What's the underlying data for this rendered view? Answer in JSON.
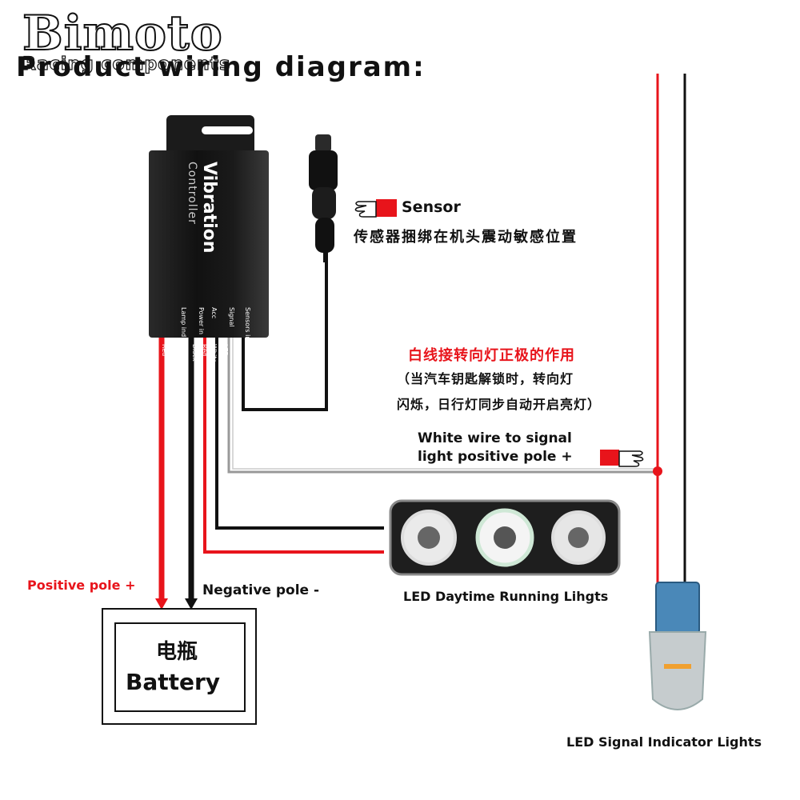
{
  "logo": {
    "brand": "Bimoto",
    "tagline": "Racing components"
  },
  "title": "Product wiring diagram:",
  "controller": {
    "name": "Vibration",
    "subtitle": "Controller",
    "pin_functions": [
      "Lamp ind.",
      "Power in",
      "Acc",
      "Signal",
      "Sensors in"
    ],
    "pin_colors": [
      "Red",
      "Black",
      "Black",
      "Red",
      "White",
      "LED",
      "Red",
      "Black"
    ]
  },
  "sensor": {
    "label": "Sensor",
    "note_cn": "传感器捆绑在机头震动敏感位置"
  },
  "white_wire_note": {
    "cn_title": "白线接转向灯正极的作用",
    "cn_line1": "（当汽车钥匙解锁时，转向灯",
    "cn_line2": "闪烁，日行灯同步自动开启亮灯）",
    "en_line1": "White wire to signal",
    "en_line2": "light positive pole +"
  },
  "drl_label": "LED Daytime Running Lihgts",
  "indicator_label": "LED Signal Indicator Lights",
  "positive_pole": "Positive pole +",
  "negative_pole": "Negative pole -",
  "battery": {
    "cn": "电瓶",
    "en": "Battery"
  },
  "colors": {
    "wire_red": "#e8141b",
    "wire_black": "#111111",
    "wire_white": "#bbbbbb",
    "controller": "#1a1a1a"
  }
}
